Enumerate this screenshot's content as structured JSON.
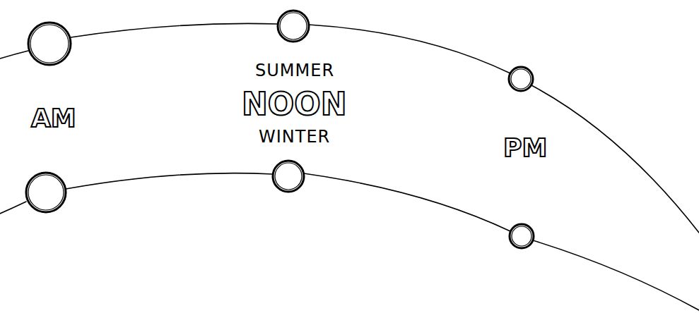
{
  "diagram": {
    "labels": [
      "SUMMER",
      "NOON",
      "WINTER",
      "AM",
      "PM"
    ]
  }
}
